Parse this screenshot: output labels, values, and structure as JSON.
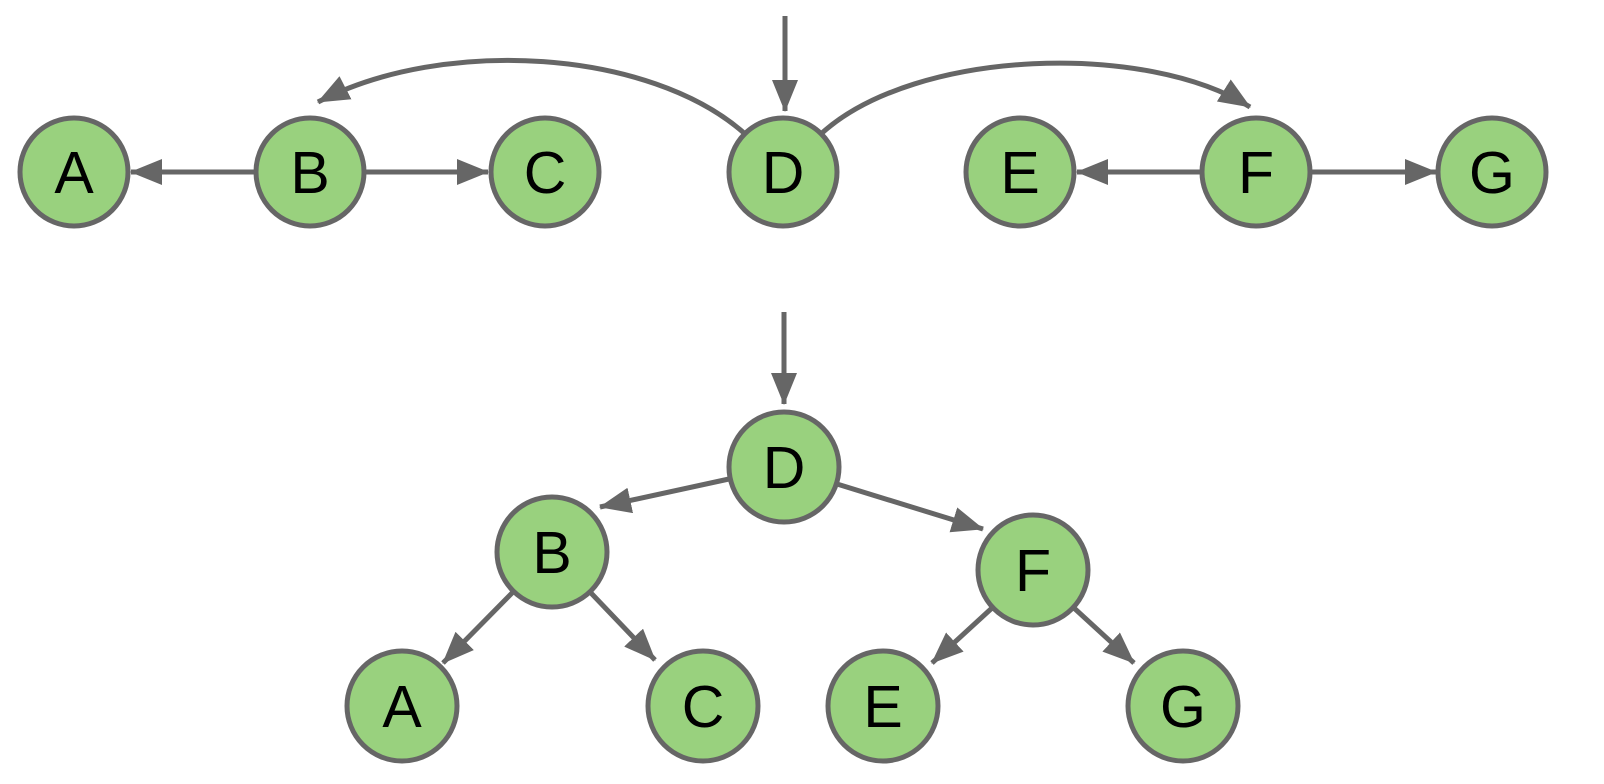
{
  "diagram": {
    "colors": {
      "background": "#FFFFFF",
      "node_fill": "#99D17E",
      "node_border": "#666666",
      "edge": "#666666",
      "label": "#000000"
    },
    "top_row": {
      "entry_arrow_target": "D",
      "nodes": [
        {
          "id": "A",
          "label": "A"
        },
        {
          "id": "B",
          "label": "B"
        },
        {
          "id": "C",
          "label": "C"
        },
        {
          "id": "D",
          "label": "D"
        },
        {
          "id": "E",
          "label": "E"
        },
        {
          "id": "F",
          "label": "F"
        },
        {
          "id": "G",
          "label": "G"
        }
      ],
      "edges": [
        {
          "from": "D",
          "to": "B",
          "style": "curved"
        },
        {
          "from": "D",
          "to": "F",
          "style": "curved"
        },
        {
          "from": "B",
          "to": "A",
          "style": "straight"
        },
        {
          "from": "B",
          "to": "C",
          "style": "straight"
        },
        {
          "from": "F",
          "to": "E",
          "style": "straight"
        },
        {
          "from": "F",
          "to": "G",
          "style": "straight"
        }
      ]
    },
    "tree": {
      "entry_arrow_target": "D",
      "root": "D",
      "nodes": [
        {
          "id": "D",
          "label": "D"
        },
        {
          "id": "B",
          "label": "B"
        },
        {
          "id": "F",
          "label": "F"
        },
        {
          "id": "A",
          "label": "A"
        },
        {
          "id": "C",
          "label": "C"
        },
        {
          "id": "E",
          "label": "E"
        },
        {
          "id": "G",
          "label": "G"
        }
      ],
      "edges": [
        {
          "from": "D",
          "to": "B"
        },
        {
          "from": "D",
          "to": "F"
        },
        {
          "from": "B",
          "to": "A"
        },
        {
          "from": "B",
          "to": "C"
        },
        {
          "from": "F",
          "to": "E"
        },
        {
          "from": "F",
          "to": "G"
        }
      ]
    }
  }
}
